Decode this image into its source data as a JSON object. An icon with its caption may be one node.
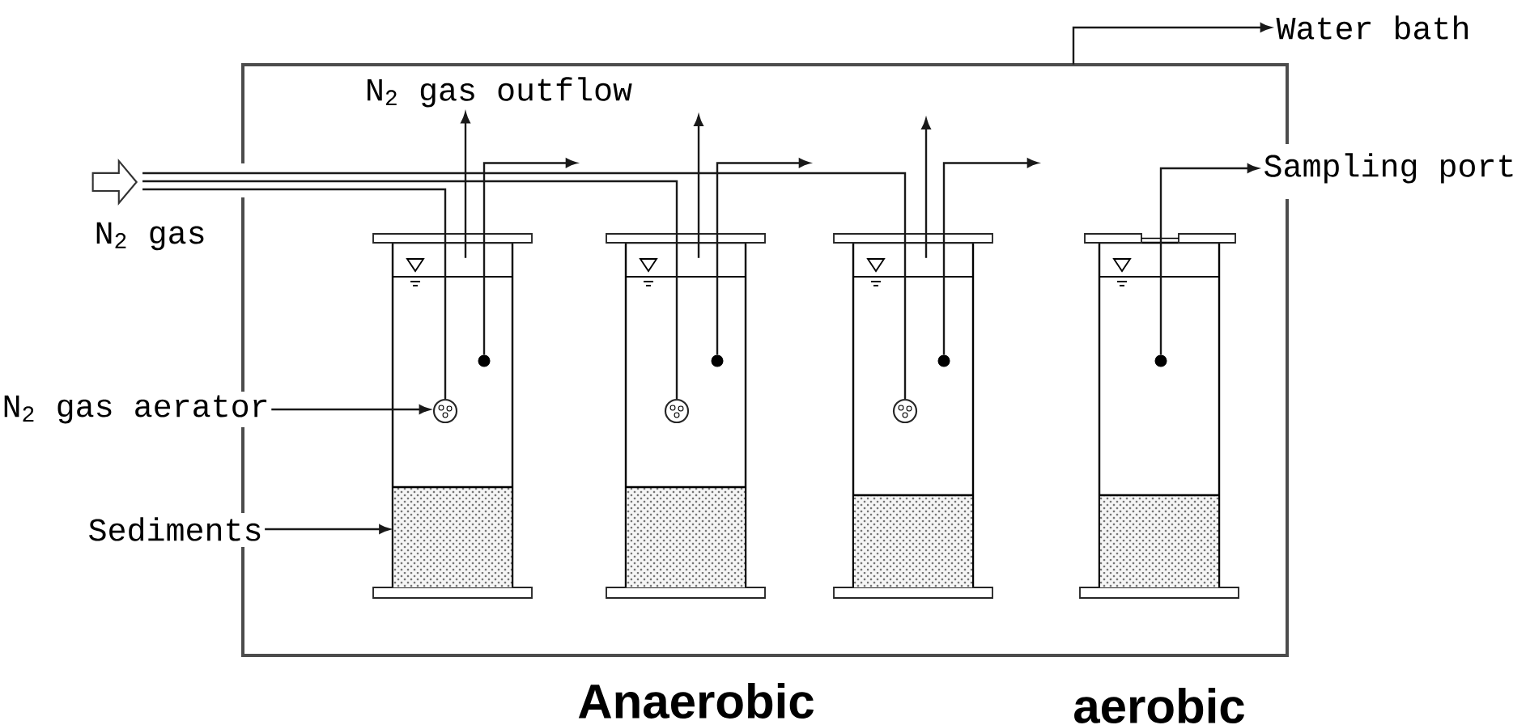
{
  "diagram": {
    "nodes": [
      {
        "text": [],
        "shape": "box"
      },
      {
        "text": [
          "Water bath"
        ]
      },
      {
        "text": [],
        "shape": "arrow",
        "beside": [
          "N$_{2}$ gas"
        ]
      },
      {
        "text": [
          "N$_{2}$ gas outflow"
        ],
        "in": 0
      },
      {
        "text": [
          "Sampling port"
        ]
      },
      {
        "text": [
          "N$_{2}$ gas aerator"
        ]
      },
      {
        "text": [
          "Sediments"
        ]
      },
      {
        "text": [],
        "shape": "box",
        "in": 0
      },
      {
        "text": [],
        "shape": "box",
        "in": 0
      },
      {
        "text": [],
        "shape": "box",
        "in": 0
      },
      {
        "text": [],
        "shape": "box",
        "in": 0
      },
      {
        "text": [],
        "shape": "circle",
        "in": 7
      },
      {
        "text": [],
        "shape": "circle",
        "in": 8
      },
      {
        "text": [],
        "shape": "circle",
        "in": 9
      },
      {
        "text": [],
        "shape": "circle",
        "in": 7
      },
      {
        "text": [],
        "shape": "circle",
        "in": 8
      },
      {
        "text": [],
        "shape": "circle",
        "in": 9
      },
      {
        "text": [],
        "shape": "circle",
        "in": 10
      },
      {
        "text": [],
        "shape": "box",
        "in": 7
      },
      {
        "text": [],
        "shape": "box",
        "in": 8
      },
      {
        "text": [],
        "shape": "box",
        "in": 9
      },
      {
        "text": [],
        "shape": "box",
        "in": 10
      }
    ],
    "edges": [
      {
        "from": 0,
        "to": 1,
        "arrow": "to"
      },
      {
        "from": 2,
        "to": 11,
        "arrow": "none"
      },
      {
        "from": 2,
        "to": 12,
        "arrow": "none"
      },
      {
        "from": 2,
        "to": 13,
        "arrow": "none"
      },
      {
        "from": 7,
        "to": 3,
        "arrow": "to"
      },
      {
        "from": 8,
        "to": null,
        "arrow": "to"
      },
      {
        "from": 9,
        "to": null,
        "arrow": "to"
      },
      {
        "from": 14,
        "to": null,
        "arrow": "to"
      },
      {
        "from": 15,
        "to": null,
        "arrow": "to"
      },
      {
        "from": 16,
        "to": null,
        "arrow": "to"
      },
      {
        "from": 17,
        "to": 4,
        "arrow": "to"
      },
      {
        "from": 5,
        "to": 11,
        "arrow": "to"
      },
      {
        "from": 6,
        "to": 18,
        "arrow": "to"
      }
    ],
    "labels": [
      "Anaerobic",
      "aerobic"
    ]
  }
}
